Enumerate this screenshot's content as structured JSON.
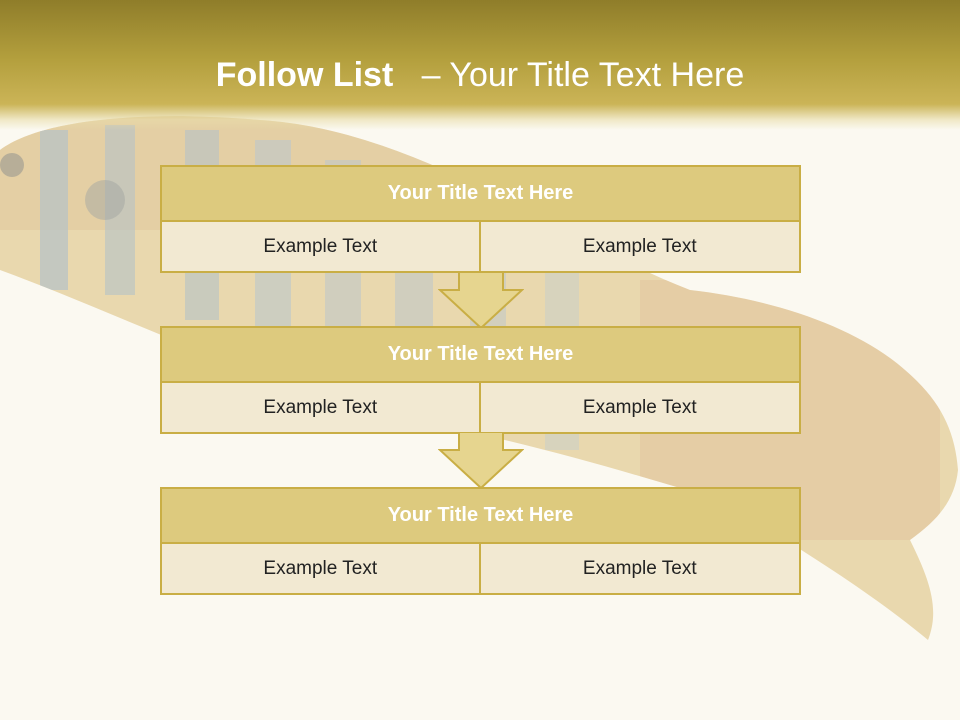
{
  "title": {
    "bold": "Follow List",
    "rest": "– Your Title Text Here"
  },
  "blocks": [
    {
      "title": "Your Title Text Here",
      "items": [
        "Example Text",
        "Example Text"
      ]
    },
    {
      "title": "Your Title Text Here",
      "items": [
        "Example Text",
        "Example Text"
      ]
    },
    {
      "title": "Your Title Text Here",
      "items": [
        "Example Text",
        "Example Text"
      ]
    }
  ],
  "colors": {
    "band": "#b39f3d",
    "box_title_fill": "#ddca7e",
    "box_cell_fill": "#f2e9d2",
    "box_border": "#c9ae45",
    "arrow_fill": "#e6d58f"
  },
  "background": {
    "image": "faded tropical fish photo"
  }
}
